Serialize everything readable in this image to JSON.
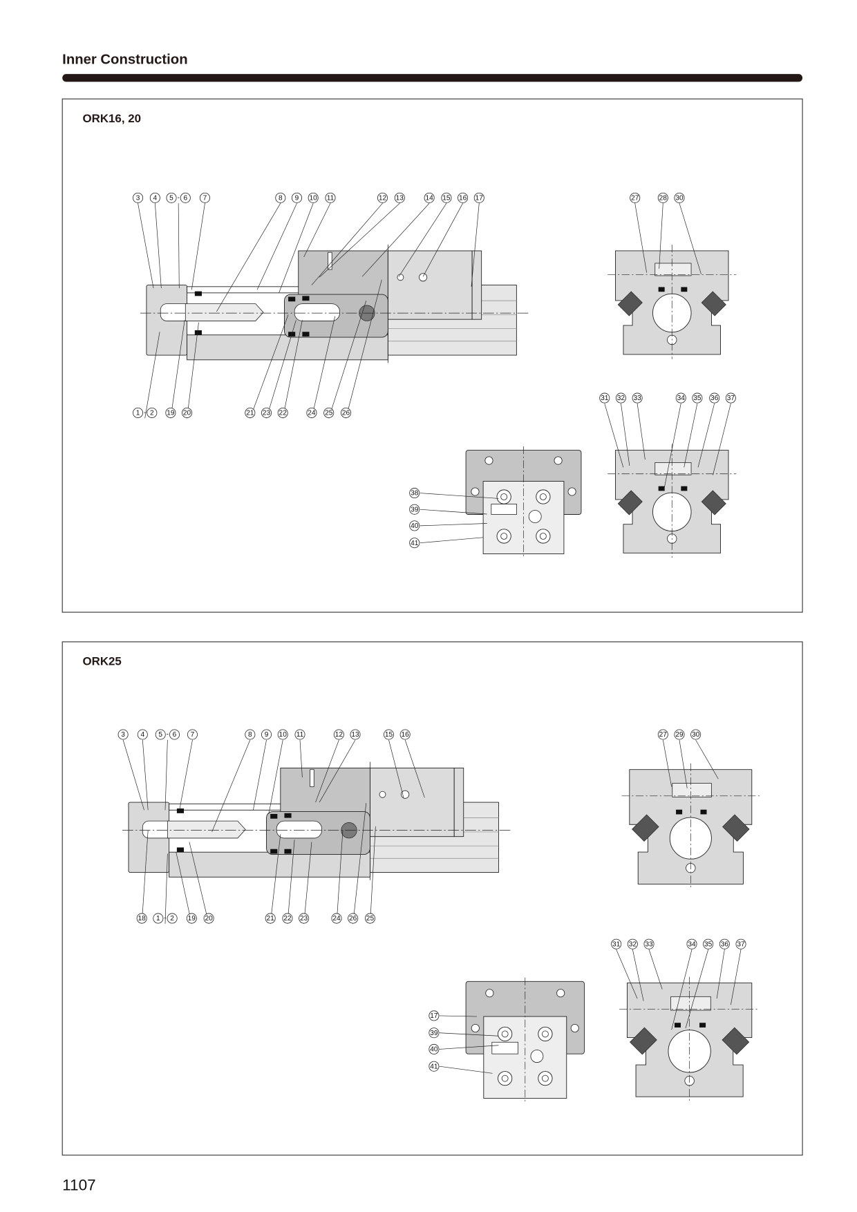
{
  "header": {
    "title": "Inner Construction",
    "bar_color": "#231815"
  },
  "page_number": "1107",
  "sections": [
    {
      "title": "ORK16, 20",
      "side_top_labels": [
        "3",
        "4",
        "5-6",
        "7",
        "8",
        "9",
        "10",
        "11",
        "12",
        "13",
        "14",
        "15",
        "16",
        "17"
      ],
      "side_bottom_labels": [
        "1-2",
        "19",
        "20",
        "21",
        "23",
        "22",
        "24",
        "25",
        "26"
      ],
      "section_a_labels": [
        "27",
        "28",
        "30"
      ],
      "section_b_labels": [
        "31",
        "32",
        "33",
        "34",
        "35",
        "36",
        "37"
      ],
      "end_view_labels": [
        "38",
        "39",
        "40",
        "41"
      ]
    },
    {
      "title": "ORK25",
      "side_top_labels": [
        "3",
        "4",
        "5-6",
        "7",
        "8",
        "9",
        "10",
        "11",
        "12",
        "13",
        "15",
        "16"
      ],
      "side_bottom_labels": [
        "18",
        "1-2",
        "19",
        "20",
        "21",
        "22",
        "23",
        "24",
        "26",
        "25"
      ],
      "section_a_labels": [
        "27",
        "29",
        "30"
      ],
      "section_b_labels": [
        "31",
        "32",
        "33",
        "34",
        "35",
        "36",
        "37"
      ],
      "end_view_labels": [
        "17",
        "39",
        "40",
        "41"
      ]
    }
  ]
}
